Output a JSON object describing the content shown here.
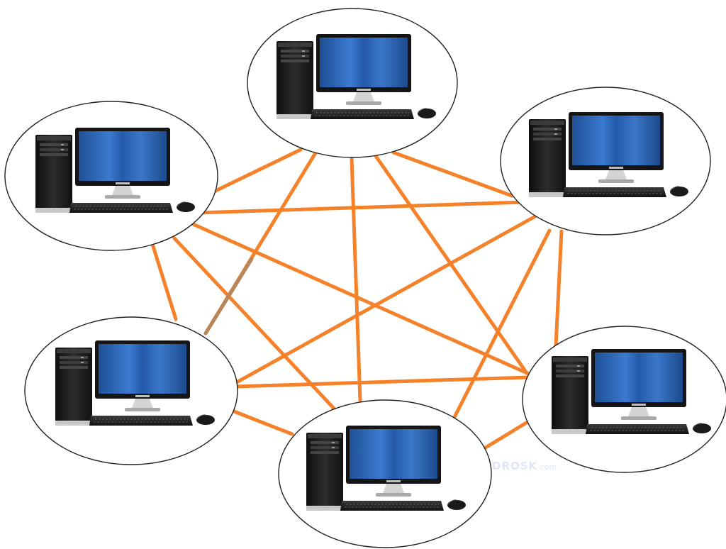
{
  "diagram": {
    "type": "mesh-network-topology",
    "nodes": [
      {
        "id": "pc-top",
        "icon": "desktop-computer-icon"
      },
      {
        "id": "pc-upper-left",
        "icon": "desktop-computer-icon"
      },
      {
        "id": "pc-upper-right",
        "icon": "desktop-computer-icon"
      },
      {
        "id": "pc-lower-left",
        "icon": "desktop-computer-icon"
      },
      {
        "id": "pc-lower-right",
        "icon": "desktop-computer-icon"
      },
      {
        "id": "pc-bottom",
        "icon": "desktop-computer-icon"
      }
    ],
    "links": [
      {
        "from": "pc-upper-left",
        "to": "pc-top"
      },
      {
        "from": "pc-upper-left",
        "to": "pc-upper-right"
      },
      {
        "from": "pc-upper-left",
        "to": "pc-lower-left"
      },
      {
        "from": "pc-upper-left",
        "to": "pc-lower-right"
      },
      {
        "from": "pc-upper-left",
        "to": "pc-bottom"
      },
      {
        "from": "pc-top",
        "to": "pc-upper-right"
      },
      {
        "from": "pc-top",
        "to": "pc-lower-left"
      },
      {
        "from": "pc-top",
        "to": "pc-bottom"
      },
      {
        "from": "pc-top",
        "to": "pc-lower-right"
      },
      {
        "from": "pc-upper-right",
        "to": "pc-lower-left"
      },
      {
        "from": "pc-upper-right",
        "to": "pc-bottom"
      },
      {
        "from": "pc-upper-right",
        "to": "pc-lower-right"
      },
      {
        "from": "pc-lower-left",
        "to": "pc-lower-right"
      },
      {
        "from": "pc-lower-left",
        "to": "pc-bottom"
      },
      {
        "from": "pc-bottom",
        "to": "pc-lower-right"
      }
    ],
    "colors": {
      "link": "#f5822a",
      "link_alt": "#b8865b",
      "node_outline": "#222222",
      "screen": "#2a66b6",
      "tower": "#1c1c1c"
    }
  },
  "watermark": {
    "main": "DROSK",
    "suffix": ".com"
  }
}
